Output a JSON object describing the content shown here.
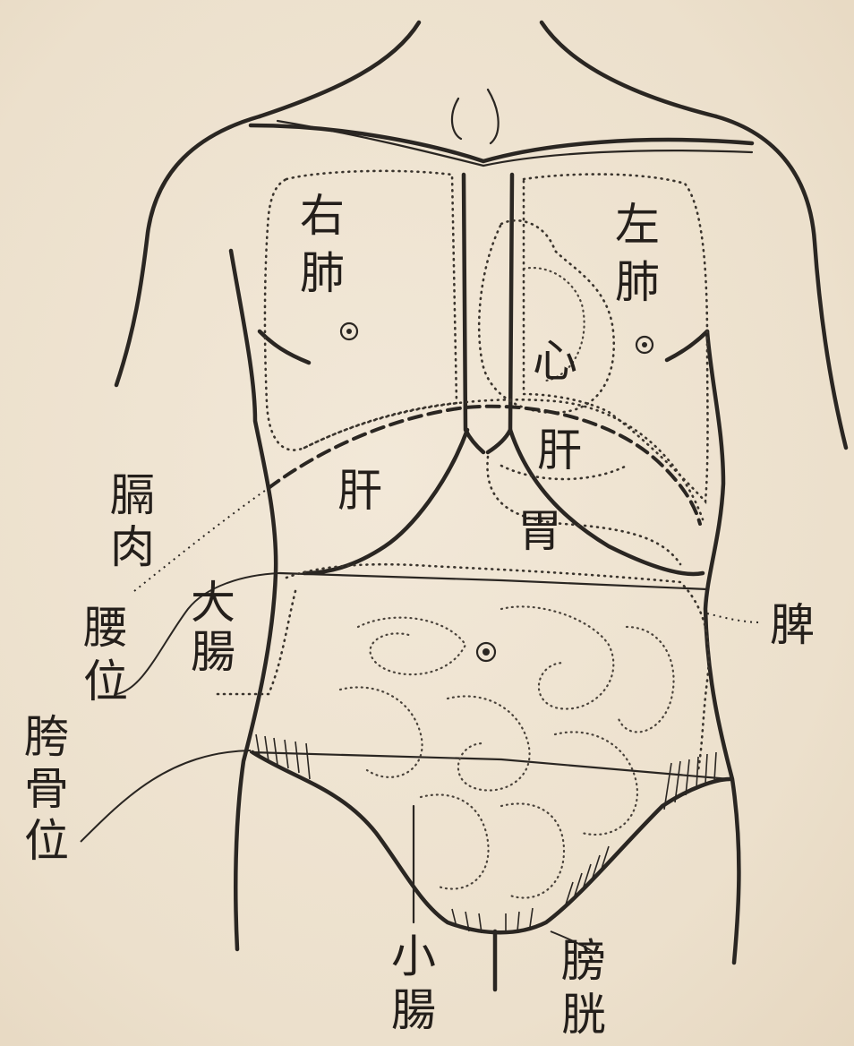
{
  "labels": {
    "right_lung": [
      "右",
      "肺"
    ],
    "left_lung": [
      "左",
      "肺"
    ],
    "heart": "心",
    "liver_right": "肝",
    "liver_left": "肝",
    "stomach": "胃",
    "spleen": "脾",
    "large_intestine": [
      "大",
      "腸"
    ],
    "small_intestine": [
      "小",
      "腸"
    ],
    "bladder": [
      "膀",
      "胱"
    ],
    "diaphragm": [
      "膈",
      "肉"
    ],
    "waist_position": [
      "腰",
      "位"
    ],
    "hip_bone_position": [
      "胯",
      "骨",
      "位"
    ]
  }
}
